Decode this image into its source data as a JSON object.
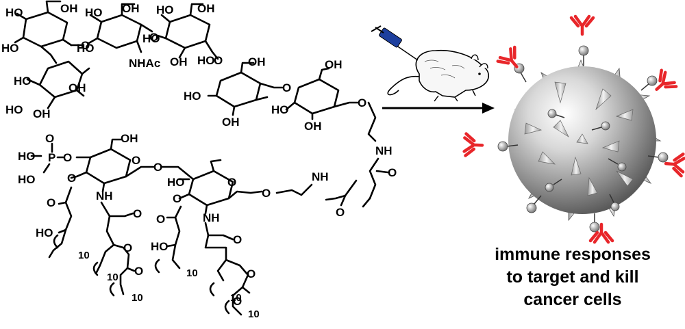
{
  "molecule_labels": {
    "ho_1": "HO",
    "oh_1": "OH",
    "ho_2": "HO",
    "oh_2": "OH",
    "ho_3": "HO",
    "oh_3": "OH",
    "ho_4": "HO",
    "ho_5": "HO",
    "o_link_1": "O",
    "nhac": "NHAc",
    "o_link_2": "O",
    "o_link_3": "O",
    "ho_6": "HO",
    "o_ring_1": "O",
    "oh_4": "OH",
    "ho_7": "HO",
    "oh_5": "OH",
    "oh_6": "OH",
    "ho_8": "HO",
    "o_link_4": "O",
    "oh_7": "OH",
    "ho_9": "HO",
    "ho_10": "HO",
    "o_link_5": "O",
    "oh_8": "OH",
    "o_link_6": "O",
    "oh_9": "OH",
    "ho_11": "HO",
    "oh_10": "OH",
    "nh_1": "NH",
    "o_p": "O",
    "p": "P",
    "ho_p1": "HO",
    "ho_p2": "HO",
    "o_p2": "O",
    "oh_11": "OH",
    "o_glc1": "O",
    "o_glc2": "O",
    "o_ester1": "O",
    "o_ester2": "O",
    "nh_2": "NH",
    "o_amide1": "O",
    "ho_12": "HO",
    "n10_1": "10",
    "o_ester3": "O",
    "n10_2": "10",
    "o_ester4": "O",
    "n10_3": "10",
    "ho_13": "HO",
    "o_glc3": "O",
    "o_glc4": "O",
    "o_ester5": "O",
    "nh_3": "NH",
    "o_amide2": "O",
    "ho_14": "HO",
    "n10_4": "10",
    "o_ester6": "O",
    "o_ester7": "O",
    "n10_5": "10",
    "n10_6": "10",
    "n10_7": "10",
    "nh_4": "NH",
    "o_amide3": "O",
    "o_amide4": "O",
    "o_link_7": "O"
  },
  "caption": {
    "line1": "immune responses",
    "line2": "to target and kill",
    "line3": "cancer cells"
  },
  "colors": {
    "antibody": "#e8262a",
    "cell_light": "#f4f4f4",
    "cell_dark": "#6a6a6a",
    "syringe_blue": "#1d3f9e"
  },
  "icons": [
    "mouse-icon",
    "syringe-icon",
    "arrow-icon",
    "cancer-cell-icon",
    "antibody-icon"
  ]
}
